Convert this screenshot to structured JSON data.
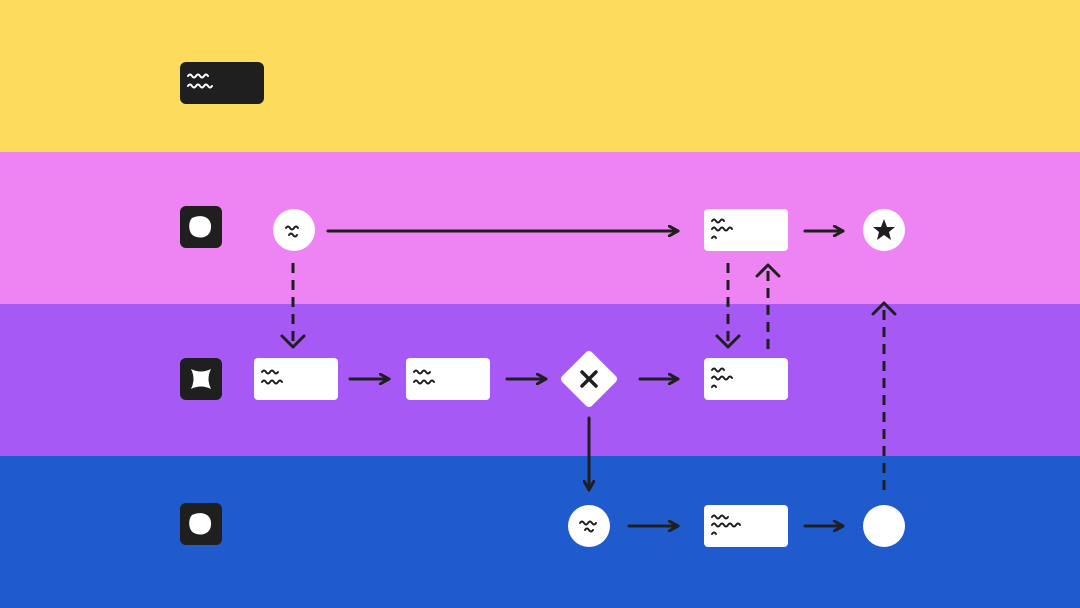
{
  "colors": {
    "lane_1": "#FDDB5D",
    "lane_2": "#EE84F3",
    "lane_3": "#A659F4",
    "lane_4": "#1F5BCC",
    "ink": "#1F1F1F",
    "card": "#FFFFFF"
  },
  "lanes": [
    {
      "icon": "text-block-header"
    },
    {
      "icon": "blob-shape-icon"
    },
    {
      "icon": "scalloped-shape-icon"
    },
    {
      "icon": "blob-shape-icon"
    }
  ],
  "nodes": {
    "start_event": "squiggle-text-circle",
    "task_top_right": "squiggle-text-card",
    "end_event_star": "star-icon",
    "task_1": "squiggle-text-card",
    "task_2": "squiggle-text-card",
    "gateway": "x-icon",
    "task_mid_right": "squiggle-text-card",
    "intermediate_event": "squiggle-text-circle",
    "task_bottom": "squiggle-text-card",
    "end_event_plain": "blank-circle"
  }
}
